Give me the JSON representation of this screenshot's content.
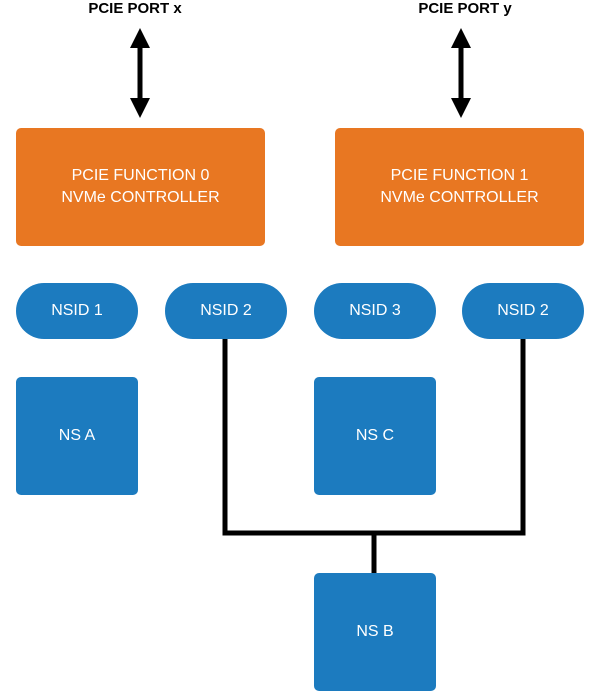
{
  "ports": {
    "x": "PCIE PORT x",
    "y": "PCIE PORT y"
  },
  "controllers": [
    {
      "line1": "PCIE FUNCTION 0",
      "line2": "NVMe CONTROLLER"
    },
    {
      "line1": "PCIE FUNCTION 1",
      "line2": "NVMe CONTROLLER"
    }
  ],
  "nsids": [
    "NSID 1",
    "NSID 2",
    "NSID 3",
    "NSID 2"
  ],
  "namespaces": {
    "a": "NS A",
    "b": "NS B",
    "c": "NS C"
  },
  "colors": {
    "controller": "#e87722",
    "namespace": "#1c7bbf",
    "line": "#000000"
  }
}
